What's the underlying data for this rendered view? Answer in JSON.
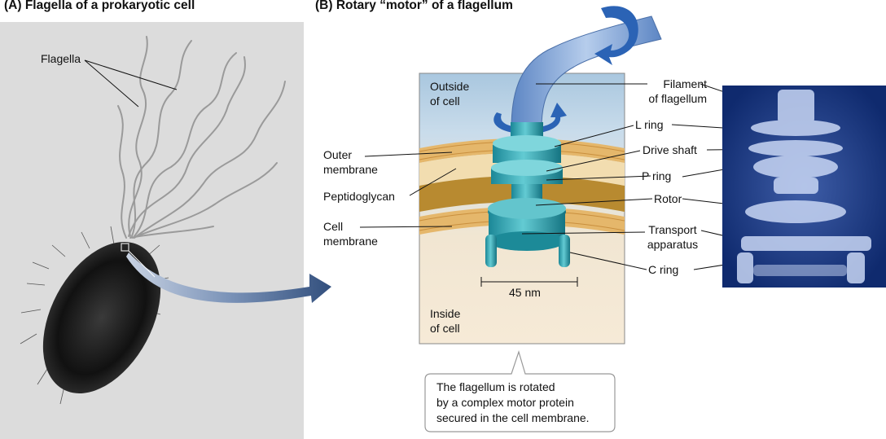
{
  "panel_a": {
    "title": "(A)  Flagella of a prokaryotic cell",
    "flagella_label": "Flagella"
  },
  "panel_b": {
    "title": "(B)  Rotary “motor” of a flagellum",
    "outside_cell": [
      "Outside",
      "of cell"
    ],
    "inside_cell": [
      "Inside",
      "of cell"
    ],
    "left_labels": {
      "outer_membrane": [
        "Outer",
        "membrane"
      ],
      "peptidoglycan": "Peptidoglycan",
      "cell_membrane": [
        "Cell",
        "membrane"
      ]
    },
    "right_labels": {
      "filament": [
        "Filament",
        "of flagellum"
      ],
      "l_ring": "L ring",
      "drive_shaft": "Drive shaft",
      "p_ring": "P ring",
      "rotor": "Rotor",
      "transport": [
        "Transport",
        "apparatus"
      ],
      "c_ring": "C ring"
    },
    "scale_bar": "45 nm",
    "callout": [
      "The flagellum is rotated",
      "by a complex motor protein",
      "secured in the cell membrane."
    ]
  },
  "colors": {
    "motor_teal": "#2aa6b3",
    "membrane_tan": "#e2b46a",
    "filament_blue": "#7fa6d8",
    "micrograph_blue": "#1c3f8a",
    "arrow_blue": "#4b6a99"
  }
}
